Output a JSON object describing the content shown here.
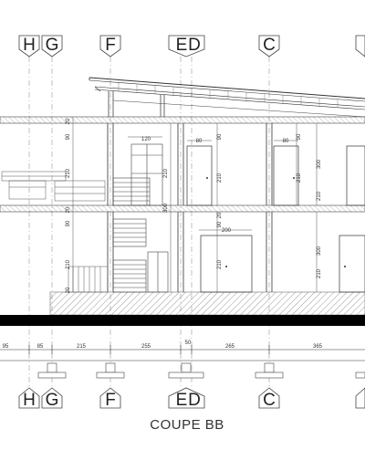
{
  "drawing": {
    "title": "COUPE BB",
    "axes": [
      "H",
      "G",
      "F",
      "E",
      "D",
      "C"
    ],
    "bottom_dims": [
      "85",
      "215",
      "255",
      "50",
      "265",
      "365"
    ],
    "partial_dim_left": "95",
    "level_dims_left": [
      "20",
      "90",
      "210",
      "20",
      "90",
      "210",
      "20"
    ],
    "column_f_dims": [
      "120",
      "210",
      "300"
    ],
    "door_dims": [
      "80",
      "90",
      "210",
      "80",
      "90",
      "210",
      "300",
      "210",
      "200",
      "20",
      "90",
      "210",
      "300",
      "210"
    ],
    "right_dims": [
      "300",
      "90",
      "210"
    ]
  }
}
